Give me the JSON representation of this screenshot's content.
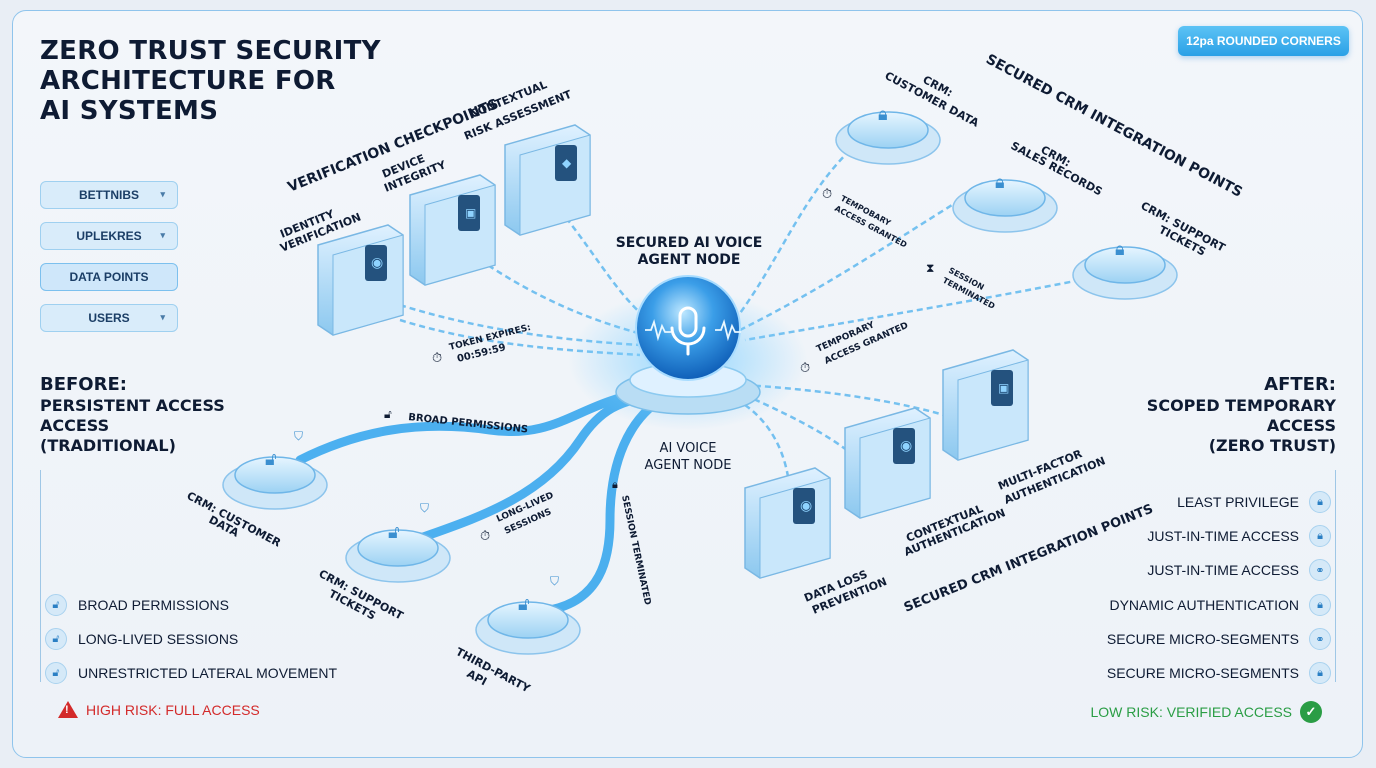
{
  "title_lines": [
    "ZERO TRUST SECURITY",
    "ARCHITECTURE FOR",
    "AI SYSTEMS"
  ],
  "corner_badge": "12pa ROUNDED CORNERS",
  "menu": [
    {
      "label": "BETTNIBS",
      "chevron": true
    },
    {
      "label": "UPLEKRES",
      "chevron": true
    },
    {
      "label": "DATA POINTS",
      "chevron": false
    },
    {
      "label": "USERS",
      "chevron": true
    }
  ],
  "before": {
    "heading": "BEFORE:",
    "sub": [
      "PERSISTENT ACCESS",
      "ACCESS",
      "(TRADITIONAL)"
    ],
    "items": [
      "BROAD PERMISSIONS",
      "LONG-LIVED SESSIONS",
      "UNRESTRICTED LATERAL MOVEMENT"
    ],
    "risk": "HIGH RISK: FULL ACCESS"
  },
  "after": {
    "heading": "AFTER:",
    "sub": [
      "SCOPED TEMPORARY",
      "ACCESS",
      "(ZERO TRUST)"
    ],
    "items": [
      "LEAST PRIVILEGE",
      "JUST-IN-TIME ACCESS",
      "JUST-IN-TIME ACCESS",
      "DYNAMIC AUTHENTICATION",
      "SECURE MICRO-SEGMENTS",
      "SECURE MICRO-SEGMENTS"
    ],
    "risk": "LOW RISK: VERIFIED ACCESS"
  },
  "center": {
    "top_label": [
      "SECURED AI VOICE",
      "AGENT NODE"
    ],
    "bottom_label": [
      "AI VOICE",
      "AGENT NODE"
    ]
  },
  "checkpoints": {
    "title": "VERIFICATION CHECKPOINTS",
    "items": [
      [
        "IDENTITY",
        "VERIFICATION"
      ],
      [
        "DEVICE",
        "INTEGRITY"
      ],
      [
        "CONTEXTUAL",
        "RISK ASSESSMENT"
      ]
    ]
  },
  "crm_top": {
    "title": "SECURED CRM INTEGRATION POINTS",
    "items": [
      [
        "CRM:",
        "CUSTOMER DATA"
      ],
      [
        "CRM:",
        "SALES RECORDS"
      ],
      [
        "CRM: SUPPORT",
        "TICKETS"
      ]
    ]
  },
  "crm_bottom_left": [
    [
      "CRM: CUSTOMER",
      "DATA"
    ],
    [
      "CRM: SUPPORT",
      "TICKETS"
    ],
    [
      "THIRD-PARTY",
      "API"
    ]
  ],
  "security_bottom": {
    "title": "SECURED CRM INTEGRATION POINTS",
    "items": [
      [
        "DATA LOSS",
        "PREVENTION"
      ],
      [
        "CONTEXTUAL",
        "AUTHENTICATION"
      ],
      [
        "MULTI-FACTOR",
        "AUTHENTICATION"
      ]
    ]
  },
  "flow_labels": {
    "token": [
      "TOKEN EXPIRES:",
      "00:59:59"
    ],
    "temp1": [
      "TEMPOBARY",
      "ACCESS GRANTED"
    ],
    "session_term": [
      "SESSION",
      "TERMINATED"
    ],
    "temp2": [
      "TEMPORARY",
      "ACCESS GRANTED"
    ],
    "broad": "BROAD PERMISSIONS",
    "long_lived": [
      "LONG-LIVED",
      "SESSIONS"
    ],
    "session_term2": "SESSION TERMINATED"
  },
  "colors": {
    "accent": "#2aa0e6",
    "danger": "#d32a2a",
    "success": "#2a9d45"
  }
}
